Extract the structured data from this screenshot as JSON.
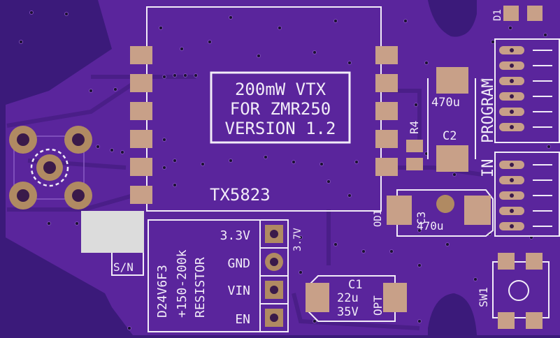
{
  "colors": {
    "background": "#3b1a7a",
    "board": "#5a259c",
    "silkscreen": "#f2ecf8",
    "pad": "#c8a088",
    "gold": "#b08a62",
    "via": "#1a1030",
    "white_area": "#dcdcdc"
  },
  "title_box": {
    "line1": "200mW VTX",
    "line2": "FOR ZMR250",
    "line3": "VERSION 1.2"
  },
  "module_label": "TX5823",
  "c2": {
    "value": "470u",
    "ref": "C2"
  },
  "c3": {
    "value": "470u",
    "ref": "C3"
  },
  "r4": {
    "ref": "R4"
  },
  "c1": {
    "ref": "C1",
    "value1": "22u",
    "value2": "35V",
    "note": "OPT"
  },
  "odi_label": "ODI",
  "d1_label": "D1",
  "program_label": "PROGRAM",
  "in_label": "IN",
  "sw1_label": "SW1",
  "sn_label": "S/N",
  "resistor_note": {
    "line1": "D24V6F3",
    "line2": "+150-200k",
    "line3": "RESISTOR"
  },
  "pins": [
    "3.3V",
    "GND",
    "VIN",
    "EN"
  ],
  "pin_side_label": "3.7V"
}
